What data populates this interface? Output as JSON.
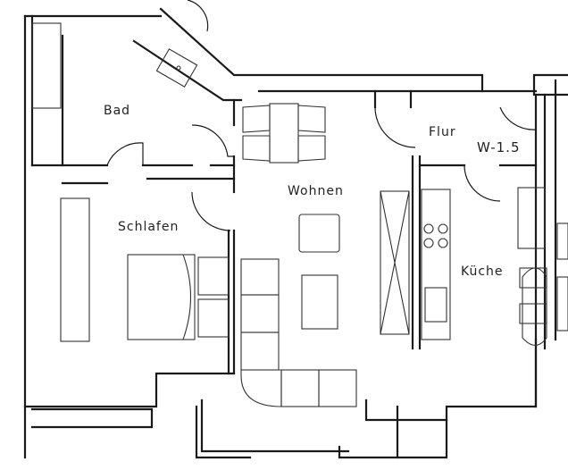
{
  "plan": {
    "rooms": {
      "bad": "Bad",
      "flur": "Flur",
      "wohnen": "Wohnen",
      "schlafen": "Schlafen",
      "kueche": "Küche"
    },
    "unit_label": "W-1.5"
  }
}
